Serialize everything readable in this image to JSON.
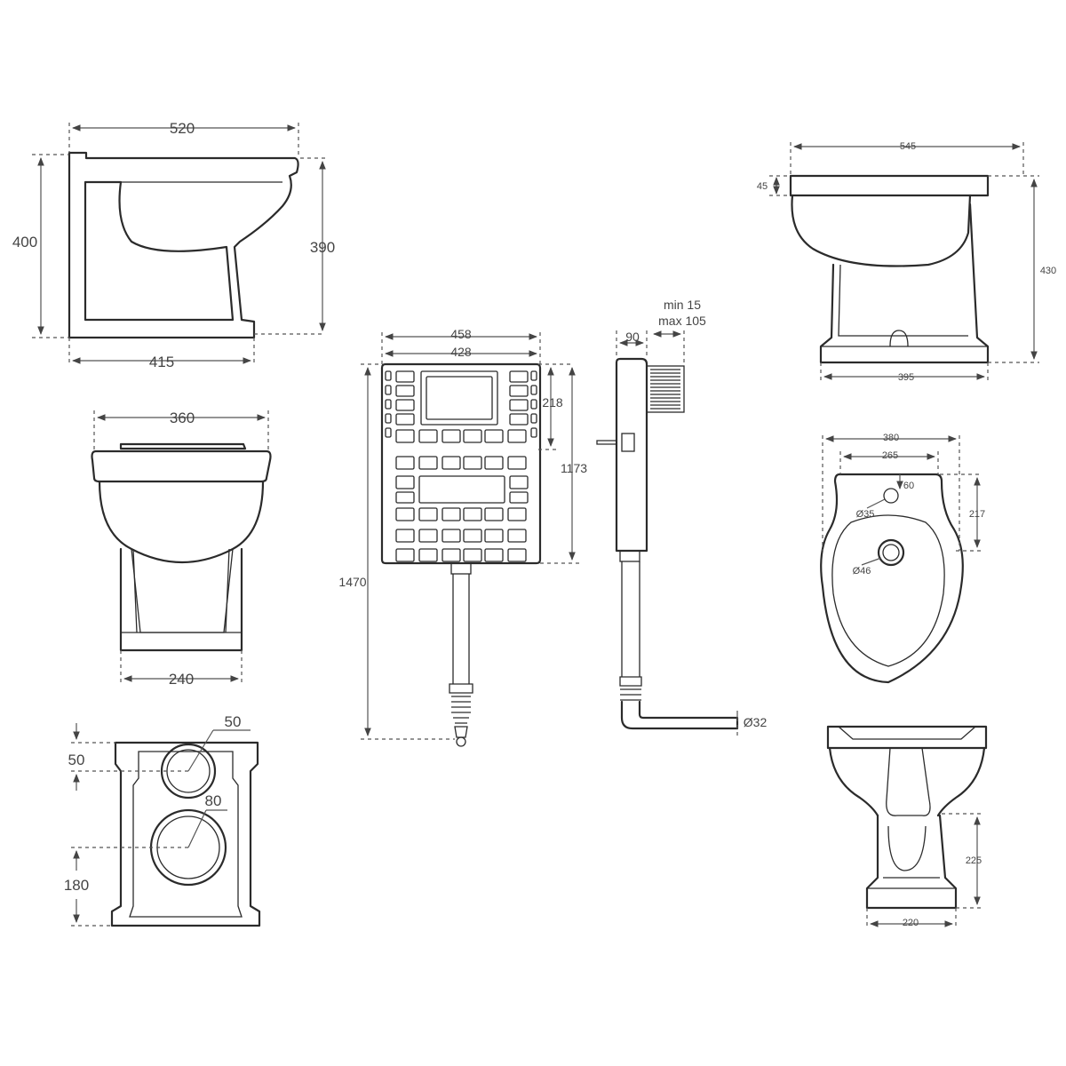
{
  "colors": {
    "line": "#2b2b2b",
    "dimension": "#555555",
    "background": "#ffffff"
  },
  "side_view": {
    "top_width": "520",
    "height_total": "400",
    "height_rim": "390",
    "base_width": "415"
  },
  "front_view": {
    "top_width": "360",
    "base_width": "240"
  },
  "base_view": {
    "hole_small_dia": "50",
    "hole_small_offset": "50",
    "hole_large_dia": "80",
    "hole_large_offset": "180"
  },
  "cistern_front": {
    "outer_width": "458",
    "inner_width": "428",
    "panel_height": "218",
    "frame_height": "1173",
    "total_height": "1470"
  },
  "cistern_side": {
    "depth": "90",
    "range_min": "min 15",
    "range_max": "max 105",
    "outlet_dia": "Ø32"
  },
  "bidet_side": {
    "top_width": "545",
    "rim_height": "45",
    "total_height": "430",
    "base_width": "395"
  },
  "bidet_top": {
    "outer_width": "380",
    "inner_width": "265",
    "hole_offset": "60",
    "hole_small": "Ø35",
    "depth": "217",
    "hole_large": "Ø46"
  },
  "bidet_front": {
    "pedestal_height": "225",
    "base_width": "220"
  }
}
